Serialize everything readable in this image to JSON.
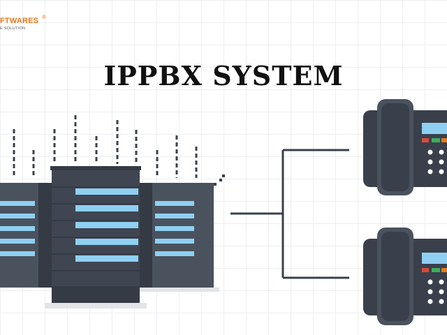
{
  "logo": {
    "name": "FTWARES",
    "registered": "®",
    "tagline": "E SOLUTION"
  },
  "title": "IPPBX SYSTEM",
  "colors": {
    "server_dark": "#3f4652",
    "server_mid": "#4a525e",
    "server_side": "#353b45",
    "server_light_bar": "#8fd0f2",
    "phone_body": "#3a404b",
    "phone_handset": "#4a525e",
    "phone_screen": "#8fd0f2",
    "line": "#3a404b",
    "accent_orange": "#e8771e",
    "button_red": "#d84a3a",
    "button_green": "#3cae5a",
    "shadow": "#e2e4e7"
  },
  "icons": [
    "server-rack-icon",
    "desk-phone-icon"
  ]
}
